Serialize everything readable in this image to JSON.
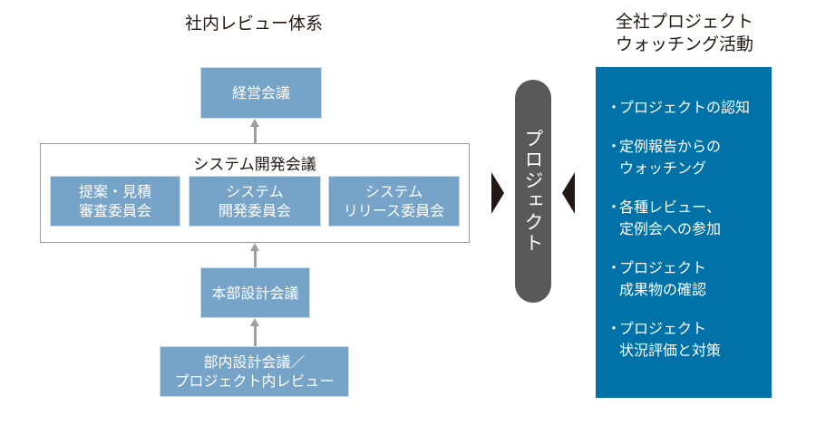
{
  "left_section": {
    "title": "社内レビュー体系",
    "top_box": "経営会議",
    "system_meeting": {
      "title": "システム開発会議",
      "committees": [
        {
          "line1": "提案・見積",
          "line2": "審査委員会"
        },
        {
          "line1": "システム",
          "line2": "開発委員会"
        },
        {
          "line1": "システム",
          "line2": "リリース委員会"
        }
      ]
    },
    "division_box": "本部設計会議",
    "bottom_box": {
      "line1": "部内設計会議／",
      "line2": "プロジェクト内レビュー"
    }
  },
  "center": {
    "project_label": "プロジェクト"
  },
  "right_section": {
    "title_line1": "全社プロジェクト",
    "title_line2": "ウォッチング活動",
    "bullet_symbol": "・",
    "items": [
      {
        "line1": "プロジェクトの認知",
        "line2": ""
      },
      {
        "line1": "定例報告からの",
        "line2": "ウォッチング"
      },
      {
        "line1": "各種レビュー、",
        "line2": "定例会への参加"
      },
      {
        "line1": "プロジェクト",
        "line2": "成果物の確認"
      },
      {
        "line1": "プロジェクト",
        "line2": "状況評価と対策"
      }
    ]
  },
  "colors": {
    "box_fill": "#76a3c8",
    "panel_fill": "#0072a8",
    "pill_fill": "#595959",
    "arrow": "#9e9e9e",
    "triangle": "#231815"
  }
}
